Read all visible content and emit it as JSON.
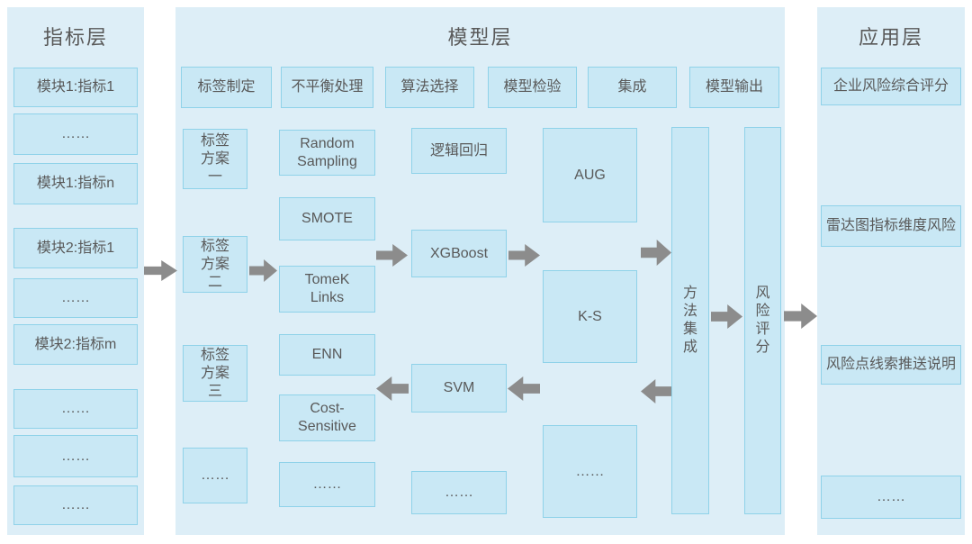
{
  "colors": {
    "panel_bg": "#ddeef7",
    "box_bg": "#c9e8f5",
    "box_border": "#8fd2e9",
    "text": "#595959",
    "arrow": "#8c8c8c"
  },
  "indicator_layer": {
    "title": "指标层",
    "boxes": [
      "模块1:指标1",
      "……",
      "模块1:指标n",
      "模块2:指标1",
      "……",
      "模块2:指标m",
      "……",
      "……",
      "……"
    ]
  },
  "model_layer": {
    "title": "模型层",
    "step_headers": [
      "标签制定",
      "不平衡处理",
      "算法选择",
      "模型检验",
      "集成",
      "模型输出"
    ],
    "label_schemes": [
      "标签\n方案\n一",
      "标签\n方案\n二",
      "标签\n方案\n三",
      "……"
    ],
    "imbalance_methods": [
      "Random\nSampling",
      "SMOTE",
      "TomeK\nLinks",
      "ENN",
      "Cost-\nSensitive",
      "……"
    ],
    "algorithms": [
      "逻辑回归",
      "XGBoost",
      "SVM",
      "……"
    ],
    "validation_metrics": [
      "AUG",
      "K-S",
      "……"
    ],
    "ensemble_label": "方\n法\n集\n成",
    "output_label": "风\n险\n评\n分"
  },
  "application_layer": {
    "title": "应用层",
    "boxes": [
      "企业风险综合评分",
      "雷达图指标维度风险",
      "风险点线索推送说明",
      "……"
    ]
  }
}
